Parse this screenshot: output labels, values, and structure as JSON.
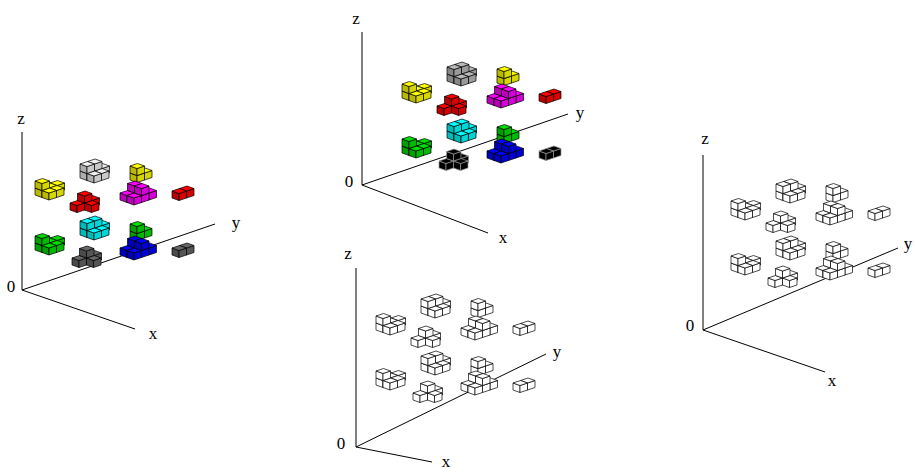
{
  "diagram": {
    "labels": [
      "z",
      "y",
      "0",
      "x",
      "z",
      "y",
      "0",
      "x",
      "z",
      "y",
      "0",
      "x",
      "z",
      "y",
      "0",
      "x"
    ]
  }
}
